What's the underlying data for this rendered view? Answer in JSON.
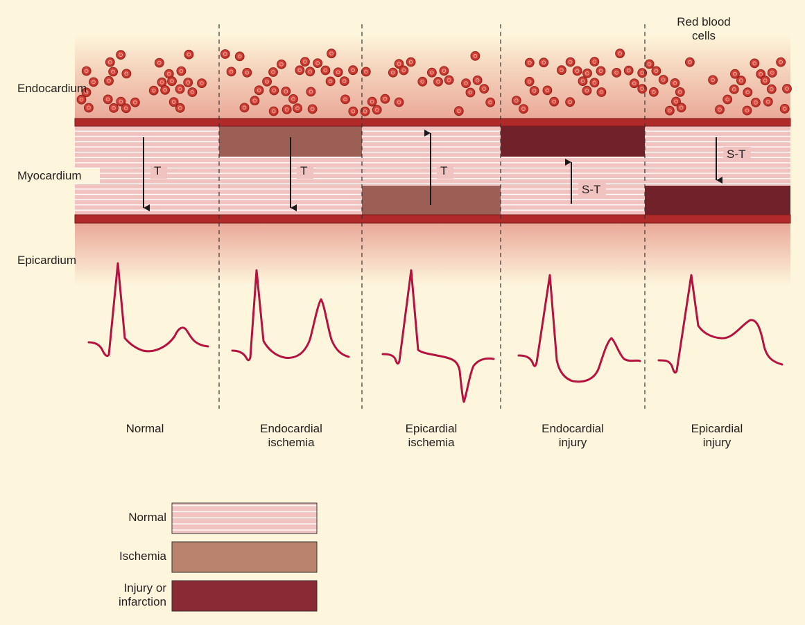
{
  "layers": {
    "endocardium": "Endocardium",
    "myocardium": "Myocardium",
    "epicardium": "Epicardium",
    "red_blood_cells": "Red blood\ncells"
  },
  "columns": [
    {
      "label": "Normal",
      "diseased_region": "none",
      "vector_label": "T",
      "vector_direction": "down"
    },
    {
      "label": "Endocardial\nischemia",
      "diseased_region": "ischemia-top",
      "vector_label": "T",
      "vector_direction": "down"
    },
    {
      "label": "Epicardial\nischemia",
      "diseased_region": "ischemia-bottom",
      "vector_label": "T",
      "vector_direction": "up"
    },
    {
      "label": "Endocardial\ninjury",
      "diseased_region": "injury-top",
      "vector_label": "S-T",
      "vector_direction": "up"
    },
    {
      "label": "Epicardial\ninjury",
      "diseased_region": "injury-bottom",
      "vector_label": "S-T",
      "vector_direction": "down"
    }
  ],
  "legend": [
    {
      "label": "Normal",
      "pattern": "striped"
    },
    {
      "label": "Ischemia",
      "pattern": "solid-tan"
    },
    {
      "label": "Injury or\ninfarction",
      "pattern": "solid-maroon"
    }
  ],
  "colors": {
    "background": "#fdf6dc",
    "cell_fill": "#c8352e",
    "wave": "#b5123f",
    "band_border": "#b12a2a",
    "stripe_light": "#f0c2c0",
    "stripe_line": "#ffffff",
    "ischemia": "#9b5f55",
    "ischemia_legend": "#b9836e",
    "injury": "#71212a",
    "injury_legend": "#8a2a34"
  }
}
